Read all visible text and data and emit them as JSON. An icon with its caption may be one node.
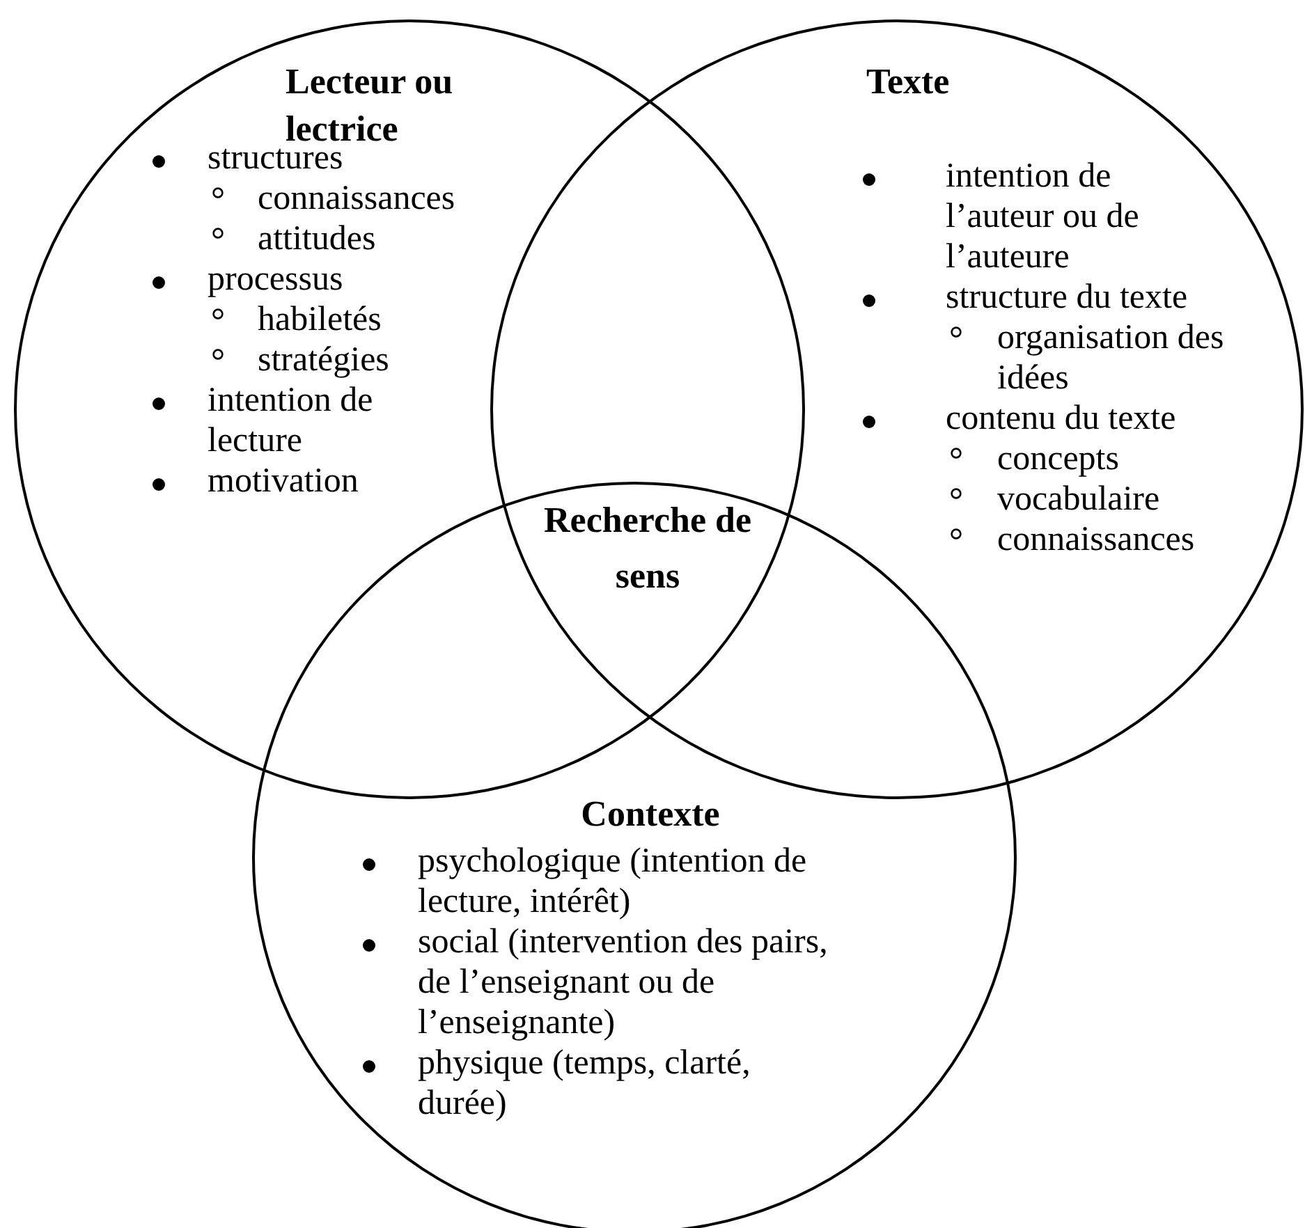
{
  "diagram": {
    "nodes": [
      {
        "text": [
          "Lecteur ou lectrice",
          "structures",
          "connaissances",
          "attitudes",
          "processus",
          "habiletés",
          "stratégies",
          "intention de lecture",
          "motivation"
        ]
      },
      {
        "text": [
          "Texte",
          "intention de l’auteur ou de l’auteure",
          "structure du texte",
          "organisation des idées",
          "contenu du texte",
          "concepts",
          "vocabulaire",
          "connaissances"
        ]
      },
      {
        "text": [
          "Contexte",
          "psychologique (intention de lecture, intérêt)",
          "social (intervention des pairs, de l’enseignant ou de l’enseignante)",
          "physique (temps, clarté, durée)"
        ]
      }
    ],
    "edges": [],
    "labels": [
      "Recherche de sens"
    ]
  }
}
